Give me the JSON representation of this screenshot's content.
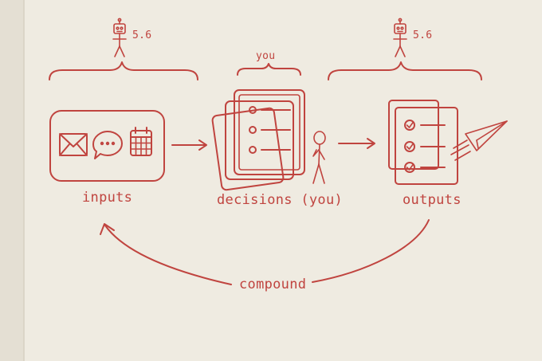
{
  "labels": {
    "top_left_version": "5.6",
    "top_middle": "you",
    "top_right_version": "5.6",
    "inputs": "inputs",
    "decisions": "decisions (you)",
    "outputs": "outputs",
    "loop": "compound"
  },
  "icons": [
    "robot-icon",
    "envelope-icon",
    "chat-bubble-icon",
    "calendar-icon",
    "document-stack-icon",
    "stick-figure-icon",
    "checklist-icon",
    "paper-plane-icon"
  ],
  "colors": {
    "background": "#efebe1",
    "ink": "#c0443f",
    "binding_edge": "#e2ddd1"
  }
}
